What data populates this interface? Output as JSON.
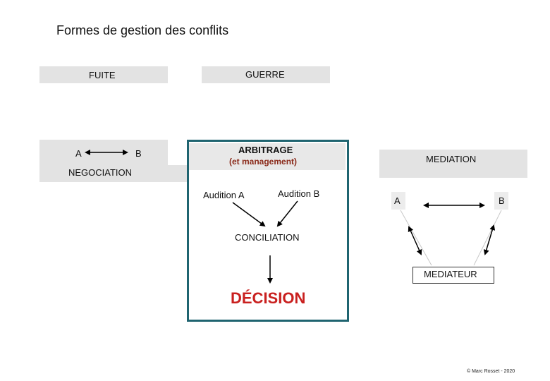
{
  "title": "Formes de gestion des conflits",
  "fuite": {
    "label": "FUITE"
  },
  "guerre": {
    "label": "GUERRE"
  },
  "negociation": {
    "a": "A",
    "b": "B",
    "label": "NEGOCIATION"
  },
  "arbitrage": {
    "title": "ARBITRAGE",
    "subtitle": "(et management)",
    "audition_a": "Audition A",
    "audition_b": "Audition B",
    "conciliation": "CONCILIATION",
    "decision": "DÉCISION"
  },
  "mediation": {
    "label": "MEDIATION",
    "a": "A",
    "b": "B",
    "mediateur": "MEDIATEUR"
  },
  "copyright": "© Marc Rosset - 2020",
  "colors": {
    "box_fill": "#e3e3e3",
    "frame": "#1f6470",
    "decision": "#c9201f"
  }
}
